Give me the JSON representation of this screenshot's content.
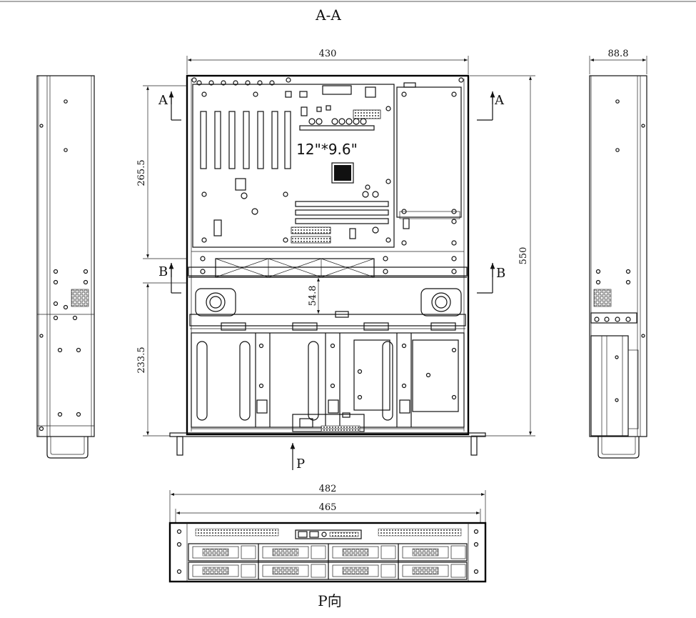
{
  "labels": {
    "section_title": "A-A",
    "section_a_left": "A",
    "section_a_right": "A",
    "section_b_left": "B",
    "section_b_right": "B",
    "view_p_arrow": "P",
    "view_p_title": "P向",
    "board_size": "12\"*9.6\""
  },
  "dimensions": {
    "width_top": "430",
    "height_side": "88.8",
    "depth_total": "550",
    "upper_depth": "265.5",
    "lower_depth": "233.5",
    "gap_height": "54.8",
    "front_outer_width": "482",
    "front_inner_width": "465"
  },
  "colors": {
    "line": "#111111",
    "background": "#ffffff"
  }
}
